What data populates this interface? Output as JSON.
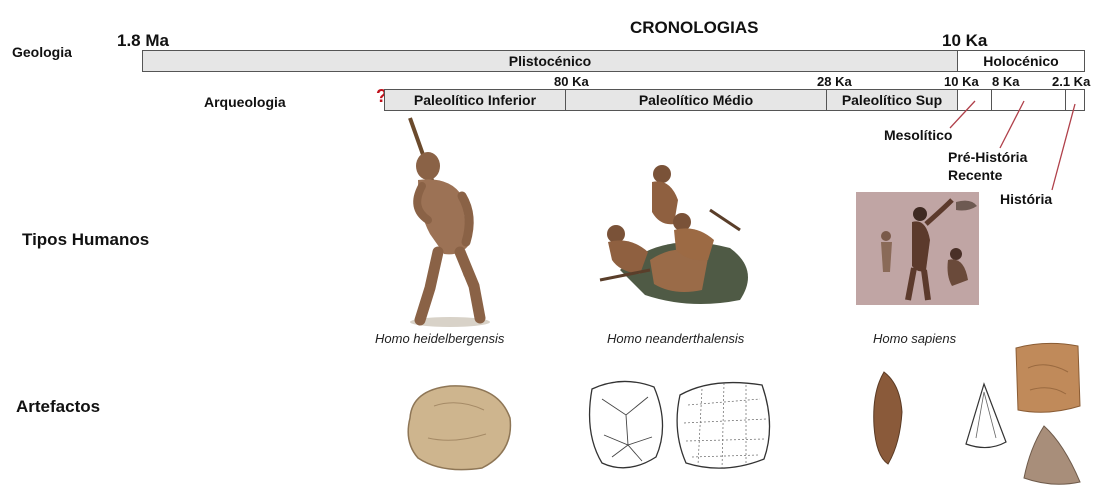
{
  "title": "CRONOLOGIAS",
  "geology": {
    "label": "Geologia",
    "start_mark": "1.8 Ma",
    "end_mark": "10 Ka",
    "periods": [
      "Plistocénico",
      "Holocénico"
    ]
  },
  "archaeology": {
    "label": "Arqueologia",
    "question_mark": "?",
    "ticks": [
      "80 Ka",
      "28 Ka",
      "10 Ka",
      "8 Ka",
      "2.1 Ka"
    ],
    "periods": [
      "Paleolítico Inferior",
      "Paleolítico Médio",
      "Paleolítico Sup"
    ],
    "callouts": [
      "Mesolítico",
      "Pré-História Recente",
      "História"
    ]
  },
  "rows": {
    "human_types": "Tipos Humanos",
    "artifacts": "Artefactos"
  },
  "species": [
    "Homo heidelbergensis",
    "Homo neanderthalensis",
    "Homo sapiens"
  ],
  "colors": {
    "bar_fill": "#e6e6e6",
    "question_mark": "#c0121c",
    "callout_line": "#b0404a"
  }
}
